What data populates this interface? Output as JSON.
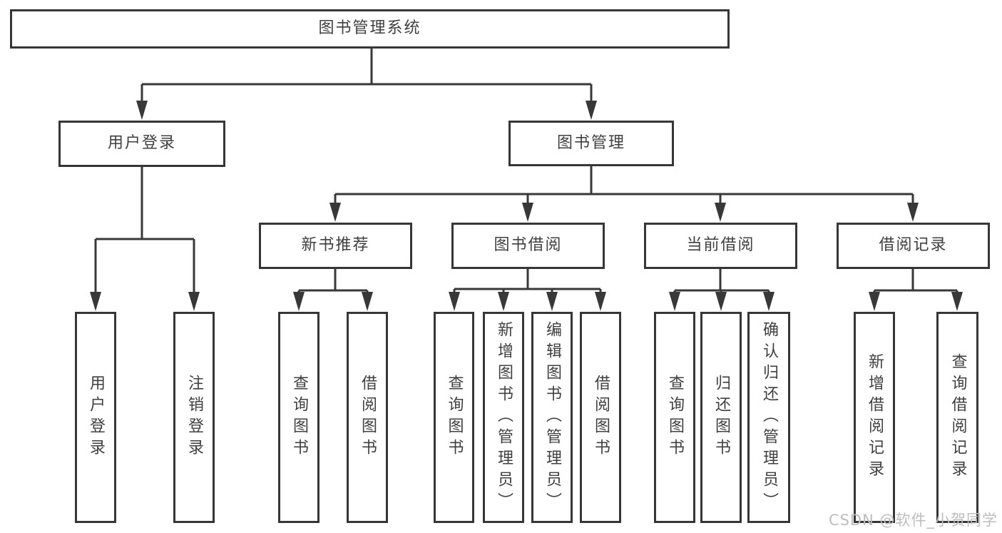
{
  "diagram_type": "hierarchy-tree",
  "colors": {
    "line": "#383838",
    "box_border": "#363636",
    "text": "#3f3f3f",
    "background": "#ffffff",
    "watermark": "#bdbdbd"
  },
  "tree": {
    "root": {
      "label": "图书管理系统",
      "children": [
        {
          "label": "用户登录",
          "children": [
            {
              "label": "用户登录"
            },
            {
              "label": "注销登录"
            }
          ]
        },
        {
          "label": "图书管理",
          "children": [
            {
              "label": "新书推荐",
              "children": [
                {
                  "label": "查询图书"
                },
                {
                  "label": "借阅图书"
                }
              ]
            },
            {
              "label": "图书借阅",
              "children": [
                {
                  "label": "查询图书"
                },
                {
                  "label": "新增图书（管理员）"
                },
                {
                  "label": "编辑图书（管理员）"
                },
                {
                  "label": "借阅图书"
                }
              ]
            },
            {
              "label": "当前借阅",
              "children": [
                {
                  "label": "查询图书"
                },
                {
                  "label": "归还图书"
                },
                {
                  "label": "确认归还（管理员）"
                }
              ]
            },
            {
              "label": "借阅记录",
              "children": [
                {
                  "label": "新增借阅记录"
                },
                {
                  "label": "查询借阅记录"
                }
              ]
            }
          ]
        }
      ]
    }
  },
  "watermark": {
    "text": "CSDN @软件_小贺同学"
  }
}
